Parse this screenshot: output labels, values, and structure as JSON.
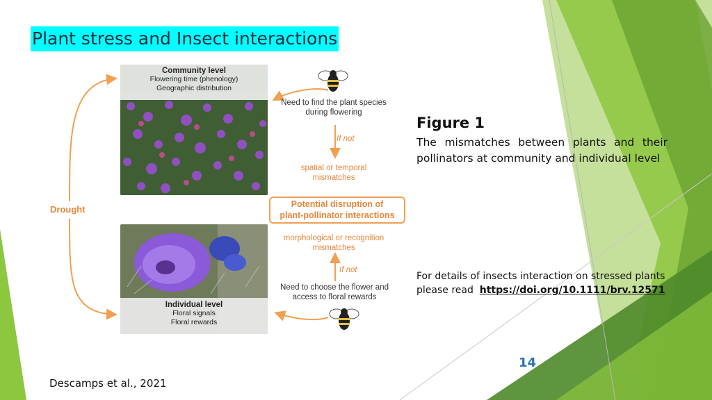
{
  "slide": {
    "title": "Plant stress and Insect interactions",
    "page_number": "14",
    "citation": "Descamps et al., 2021"
  },
  "figure": {
    "community": {
      "heading": "Community level",
      "line1": "Flowering time (phenology)",
      "line2": "Geographic distribution"
    },
    "individual": {
      "heading": "Individual level",
      "line1": "Floral signals",
      "line2": "Floral rewards"
    },
    "drought": "Drought",
    "need_find_1": "Need to find the plant species",
    "need_find_2": "during flowering",
    "if_not_top": "If not",
    "mismatch_top_1": "spatial or temporal",
    "mismatch_top_2": "mismatches",
    "disruption_1": "Potential disruption of",
    "disruption_2": "plant-pollinator interactions",
    "mismatch_bottom_1": "morphological or recognition",
    "mismatch_bottom_2": "mismatches",
    "if_not_bottom": "If not",
    "need_choose_1": "Need to choose the flower and",
    "need_choose_2": "access to floral rewards"
  },
  "caption": {
    "heading": "Figure 1",
    "text": "The mismatches between plants and their pollinators at community and individual level"
  },
  "details": {
    "text": "For details of insects interaction on stressed plants please read",
    "link": "https://doi.org/10.1111/brv.12571"
  },
  "colors": {
    "accent_green": "#8dc63f",
    "dark_green": "#4f8a2a",
    "title_highlight": "#00ffff",
    "figure_orange": "#e8873a",
    "page_number_blue": "#2e74b5"
  }
}
